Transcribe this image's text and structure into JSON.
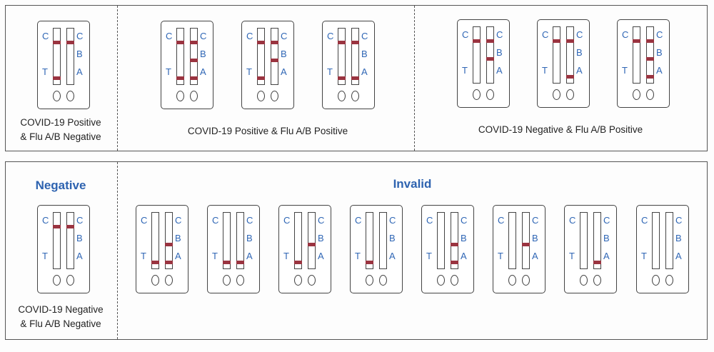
{
  "headers": {
    "negative": "Negative",
    "invalid": "Invalid"
  },
  "line_color": "#9a3440",
  "label_color": "#2f66b5",
  "strip_labels": {
    "covid": [
      "C",
      "T"
    ],
    "flu": [
      "C",
      "B",
      "A"
    ]
  },
  "groups": [
    {
      "caption_line1": "COVID-19 Positive",
      "caption_line2": "& Flu A/B Negative",
      "cassettes": [
        {
          "covid": {
            "C": true,
            "T": true
          },
          "flu": {
            "C": true,
            "B": false,
            "A": false
          }
        }
      ]
    },
    {
      "caption_line1": "COVID-19 Positive & Flu A/B Positive",
      "cassettes": [
        {
          "covid": {
            "C": true,
            "T": true
          },
          "flu": {
            "C": true,
            "B": true,
            "A": true
          }
        },
        {
          "covid": {
            "C": true,
            "T": true
          },
          "flu": {
            "C": true,
            "B": true,
            "A": false
          }
        },
        {
          "covid": {
            "C": true,
            "T": true
          },
          "flu": {
            "C": true,
            "B": false,
            "A": true
          }
        }
      ]
    },
    {
      "caption_line1": "COVID-19 Negative & Flu A/B Positive",
      "cassettes": [
        {
          "covid": {
            "C": true,
            "T": false
          },
          "flu": {
            "C": true,
            "B": true,
            "A": false
          }
        },
        {
          "covid": {
            "C": true,
            "T": false
          },
          "flu": {
            "C": true,
            "B": false,
            "A": true
          }
        },
        {
          "covid": {
            "C": true,
            "T": false
          },
          "flu": {
            "C": true,
            "B": true,
            "A": true
          }
        }
      ]
    },
    {
      "caption_line1": "COVID-19 Negative",
      "caption_line2": "& Flu A/B Negative",
      "cassettes": [
        {
          "covid": {
            "C": true,
            "T": false
          },
          "flu": {
            "C": true,
            "B": false,
            "A": false
          }
        }
      ]
    },
    {
      "cassettes": [
        {
          "covid": {
            "C": false,
            "T": true
          },
          "flu": {
            "C": false,
            "B": true,
            "A": true
          }
        },
        {
          "covid": {
            "C": false,
            "T": true
          },
          "flu": {
            "C": false,
            "B": false,
            "A": true
          }
        },
        {
          "covid": {
            "C": false,
            "T": true
          },
          "flu": {
            "C": false,
            "B": true,
            "A": false
          }
        },
        {
          "covid": {
            "C": false,
            "T": true
          },
          "flu": {
            "C": false,
            "B": false,
            "A": false
          }
        },
        {
          "covid": {
            "C": false,
            "T": false
          },
          "flu": {
            "C": false,
            "B": true,
            "A": true
          }
        },
        {
          "covid": {
            "C": false,
            "T": false
          },
          "flu": {
            "C": false,
            "B": true,
            "A": false
          }
        },
        {
          "covid": {
            "C": false,
            "T": false
          },
          "flu": {
            "C": false,
            "B": false,
            "A": true
          }
        },
        {
          "covid": {
            "C": false,
            "T": false
          },
          "flu": {
            "C": false,
            "B": false,
            "A": false
          }
        }
      ]
    }
  ]
}
